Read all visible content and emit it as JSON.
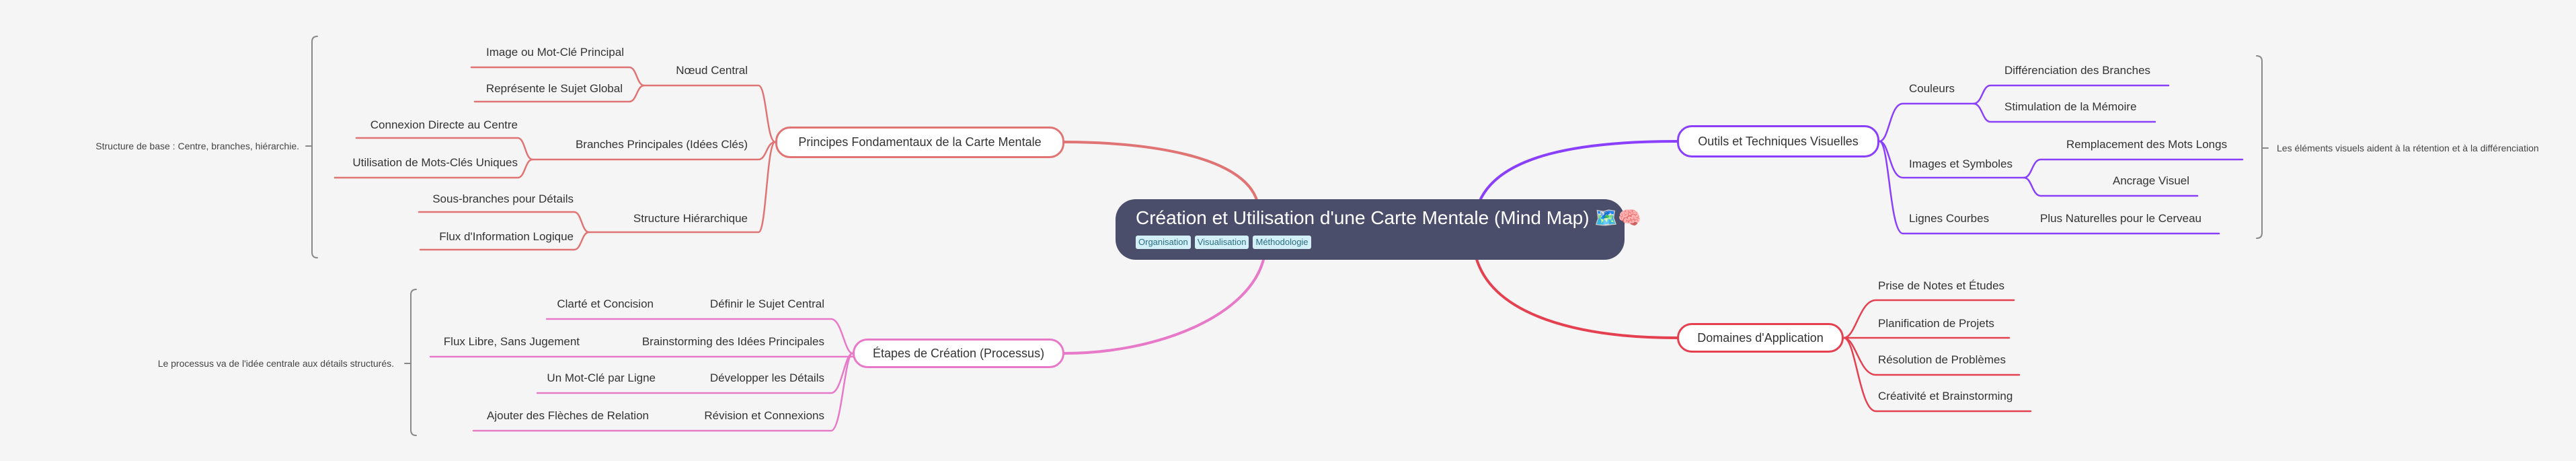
{
  "central": {
    "title": "Création et Utilisation d'une Carte Mentale (Mind Map) 🗺️🧠",
    "tags": [
      "Organisation",
      "Visualisation",
      "Méthodologie"
    ],
    "color": "#4b4e6b"
  },
  "branches": {
    "principes": {
      "label": "Principes Fondamentaux de la Carte Mentale",
      "color": "#e07474",
      "note": "Structure de base : Centre, branches, hiérarchie.",
      "children": [
        {
          "label": "Nœud Central",
          "children": [
            "Image ou Mot-Clé Principal",
            "Représente le Sujet Global"
          ]
        },
        {
          "label": "Branches Principales (Idées Clés)",
          "children": [
            "Connexion Directe au Centre",
            "Utilisation de Mots-Clés Uniques"
          ]
        },
        {
          "label": "Structure Hiérarchique",
          "children": [
            "Sous-branches pour Détails",
            "Flux d'Information Logique"
          ]
        }
      ]
    },
    "etapes": {
      "label": "Étapes de Création (Processus)",
      "color": "#e879c9",
      "note": "Le processus va de l'idée centrale aux détails structurés.",
      "children": [
        {
          "label": "Définir le Sujet Central",
          "children": [
            "Clarté et Concision"
          ]
        },
        {
          "label": "Brainstorming des Idées Principales",
          "children": [
            "Flux Libre, Sans Jugement"
          ]
        },
        {
          "label": "Développer les Détails",
          "children": [
            "Un Mot-Clé par Ligne"
          ]
        },
        {
          "label": "Révision et Connexions",
          "children": [
            "Ajouter des Flèches de Relation"
          ]
        }
      ]
    },
    "outils": {
      "label": "Outils et Techniques Visuelles",
      "color": "#8a3ffc",
      "note": "Les éléments visuels aident à la rétention et à la différenciation",
      "children": [
        {
          "label": "Couleurs",
          "children": [
            "Différenciation des Branches",
            "Stimulation de la Mémoire"
          ]
        },
        {
          "label": "Images et Symboles",
          "children": [
            "Remplacement des Mots Longs",
            "Ancrage Visuel"
          ]
        },
        {
          "label": "Lignes Courbes",
          "children": [
            "Plus Naturelles pour le Cerveau"
          ]
        }
      ]
    },
    "domaines": {
      "label": "Domaines d'Application",
      "color": "#e5404f",
      "children": [
        {
          "label": "Prise de Notes et Études"
        },
        {
          "label": "Planification de Projets"
        },
        {
          "label": "Résolution de Problèmes"
        },
        {
          "label": "Créativité et Brainstorming"
        }
      ]
    }
  }
}
